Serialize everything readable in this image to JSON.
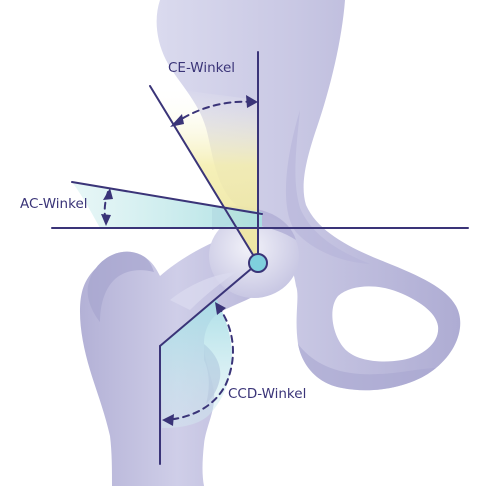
{
  "labels": {
    "ce": "CE-Winkel",
    "ac": "AC-Winkel",
    "ccd": "CCD-Winkel"
  },
  "colors": {
    "bone_fill": "#c4c3e2",
    "bone_shadow": "#a9a7d0",
    "bone_highlight": "#e6e6f3",
    "line": "#3a3478",
    "ce_angle_fill": "#f1ecb4",
    "ac_angle_fill": "#b8e6e6",
    "ccd_angle_fill": "#aee0e6",
    "head_center_fill": "#7fd0dd",
    "label_text": "#3a3478"
  }
}
